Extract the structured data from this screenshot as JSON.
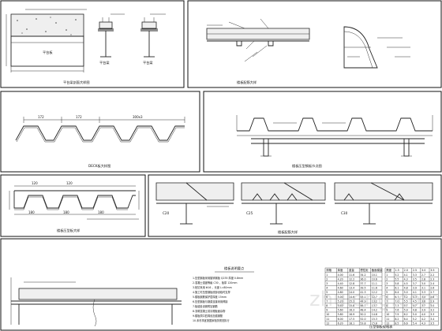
{
  "captions": {
    "p1": "平台梁剖面大样图",
    "p2": "楼板配筋大样",
    "p3": "DECK板大样图",
    "p4": "楼板压型钢板节点图",
    "p5": "楼板压型板大样",
    "p6": "楼板配筋大样",
    "p7_title": "楼板说明要点",
    "p8": "压型钢板规格表"
  },
  "p1_labels": {
    "beam_a": "平台梁",
    "beam_b": "平台梁",
    "slab": "平台板"
  },
  "p3_dims": [
    "172",
    "172",
    "300x3"
  ],
  "p5_dims": [
    "120",
    "120",
    "180",
    "180",
    "180"
  ],
  "p6_labels": [
    "C20",
    "C25",
    "C30"
  ],
  "notes_lines": [
    "1.压型钢板采用镀锌钢板 Q235 厚度 0.8mm",
    "2.混凝土强度等级 C30 ，板厚 120mm",
    "3.栓钉采用 Φ16 ，长度 L=80mm",
    "4.施工时压型钢板底部设临时支撑",
    "5.楼板钢筋保护层厚度 15mm",
    "6.压型钢板与钢梁连接采用焊接",
    "7.板缝处设置附加钢筋",
    "8.浇筑混凝土前清理板面杂物",
    "9.楼板洞口四周设加强钢筋",
    "10.未尽事宜按国家相关规范执行"
  ],
  "table_left": {
    "headers": [
      "规格",
      "厚度",
      "重量",
      "惯性矩",
      "截面模量"
    ],
    "rows": [
      [
        "1",
        "4.00",
        "11.6",
        "34.2",
        "10.1"
      ],
      [
        "2",
        "4.20",
        "12.2",
        "36.0",
        "10.6"
      ],
      [
        "3",
        "4.40",
        "12.8",
        "37.7",
        "11.1"
      ],
      [
        "4",
        "4.60",
        "13.4",
        "39.5",
        "11.6"
      ],
      [
        "5",
        "4.80",
        "14.0",
        "41.3",
        "12.2"
      ],
      [
        "6",
        "5.00",
        "14.6",
        "43.1",
        "12.7"
      ],
      [
        "7",
        "5.20",
        "15.2",
        "44.9",
        "13.2"
      ],
      [
        "8",
        "5.40",
        "15.8",
        "46.7",
        "13.7"
      ],
      [
        "9",
        "5.60",
        "16.3",
        "48.4",
        "14.2"
      ],
      [
        "10",
        "5.80",
        "16.9",
        "50.2",
        "14.8"
      ],
      [
        "11",
        "6.00",
        "17.5",
        "52.0",
        "15.3"
      ],
      [
        "12",
        "6.20",
        "18.1",
        "53.8",
        "15.8"
      ]
    ]
  },
  "table_right": {
    "headers": [
      "跨度",
      "1.5",
      "2.0",
      "2.5",
      "3.0",
      "3.5"
    ],
    "rows": [
      [
        "1",
        "5.2",
        "4.1",
        "3.3",
        "2.7",
        "2.2"
      ],
      [
        "2",
        "5.5",
        "4.3",
        "3.5",
        "2.8",
        "2.3"
      ],
      [
        "3",
        "5.8",
        "4.5",
        "3.7",
        "3.0",
        "2.4"
      ],
      [
        "4",
        "6.1",
        "4.8",
        "3.9",
        "3.1",
        "2.6"
      ],
      [
        "5",
        "6.4",
        "5.0",
        "4.1",
        "3.3",
        "2.7"
      ],
      [
        "6",
        "6.7",
        "5.2",
        "4.3",
        "3.4",
        "2.8"
      ],
      [
        "7",
        "7.0",
        "5.5",
        "4.5",
        "3.6",
        "2.9"
      ],
      [
        "8",
        "7.3",
        "5.7",
        "4.7",
        "3.7",
        "3.0"
      ],
      [
        "9",
        "7.6",
        "5.9",
        "4.8",
        "3.9",
        "3.2"
      ],
      [
        "10",
        "7.9",
        "6.2",
        "5.0",
        "4.0",
        "3.3"
      ],
      [
        "11",
        "8.2",
        "6.4",
        "5.2",
        "4.2",
        "3.4"
      ],
      [
        "12",
        "8.5",
        "6.6",
        "5.4",
        "4.3",
        "3.5"
      ]
    ]
  },
  "watermark": "zhulong.com"
}
